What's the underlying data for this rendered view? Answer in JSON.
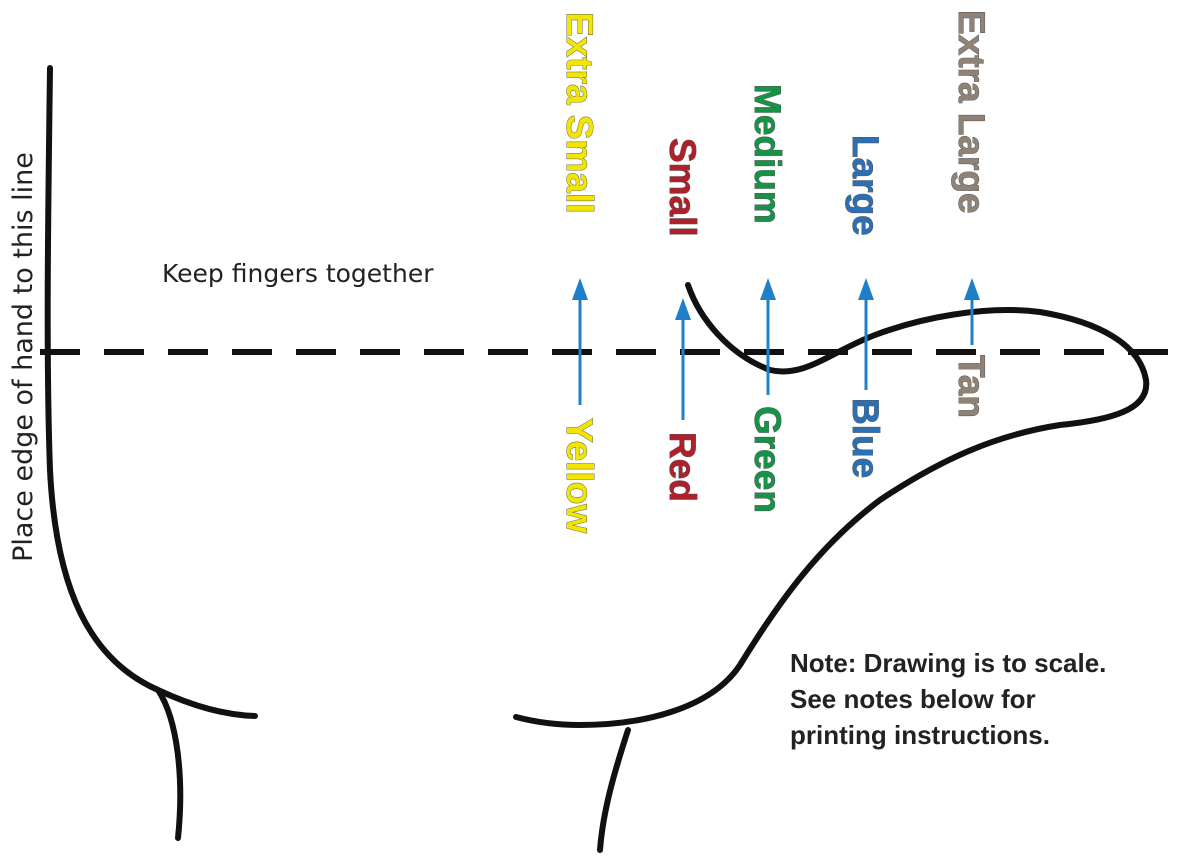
{
  "side_instruction": "Place edge of hand to this line",
  "finger_instruction": "Keep fingers together",
  "sizes": [
    {
      "size": "Extra Small",
      "color_name": "Yellow",
      "color": "#f2e600"
    },
    {
      "size": "Small",
      "color_name": "Red",
      "color": "#b0202a"
    },
    {
      "size": "Medium",
      "color_name": "Green",
      "color": "#159447"
    },
    {
      "size": "Large",
      "color_name": "Blue",
      "color": "#2c6fb5"
    },
    {
      "size": "Extra Large",
      "color_name": "Tan",
      "color": "#8f8276"
    }
  ],
  "arrow_color": "#1f7fc8",
  "note": {
    "line1": "Note:  Drawing is to scale.",
    "line2": "See notes below for",
    "line3": "printing instructions."
  }
}
